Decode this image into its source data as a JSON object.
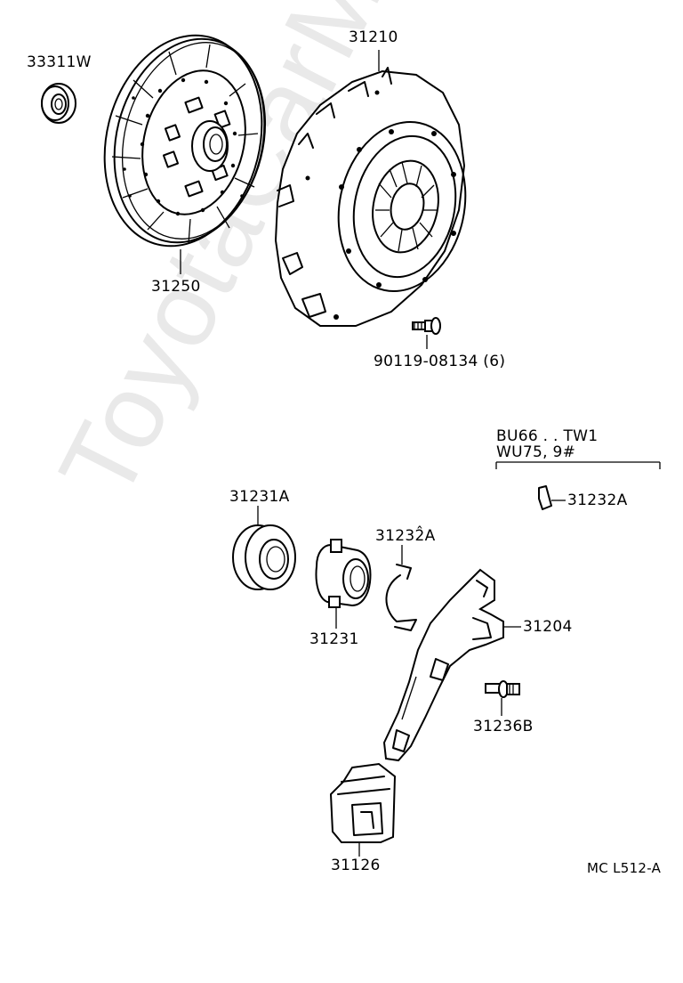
{
  "watermark": "ToyotaCarMine.ru",
  "parts": {
    "p33311w": "33311W",
    "p31210": "31210",
    "p31250": "31250",
    "p90119": "90119-08134 (6)",
    "p31231a": "31231A",
    "p31232a_top": "31232A",
    "p31232a_ring": "31232̂A",
    "p31204": "31204",
    "p31231": "31231",
    "p31236b": "31236B",
    "p31126": "31126"
  },
  "applicability": {
    "line1": "BU66 . . TW1",
    "line2": "WU75, 9#"
  },
  "diagram_code": "MC L512-A"
}
